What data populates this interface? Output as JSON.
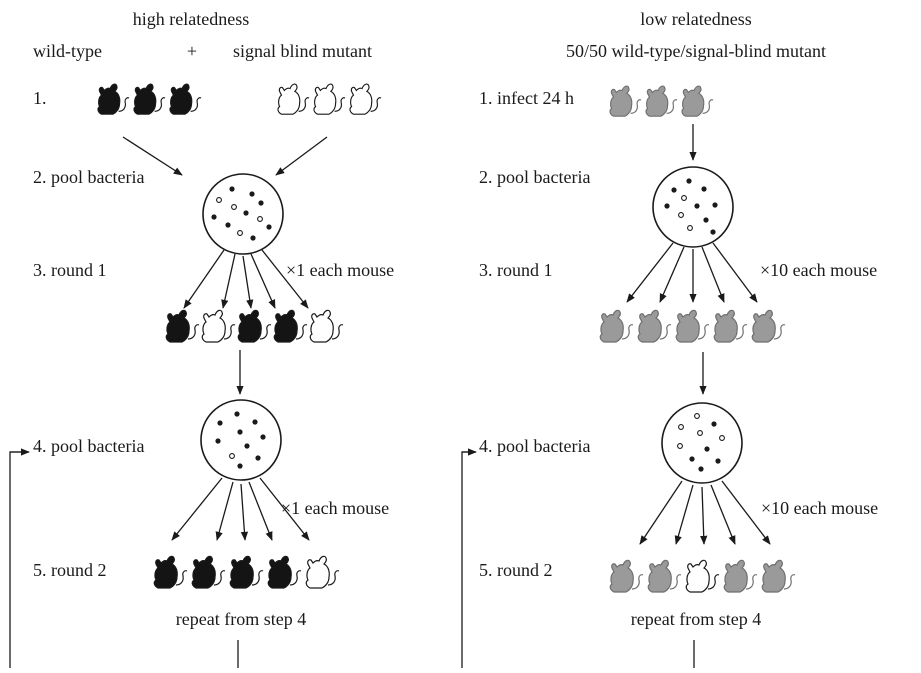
{
  "left": {
    "heading": "high relatedness",
    "subheading_a": "wild-type",
    "subheading_plus": "+",
    "subheading_b": "signal blind mutant",
    "step1": "1.",
    "step2": "2. pool bacteria",
    "step3": "3. round 1",
    "step3_note": "×1 each mouse",
    "step4": "4. pool bacteria",
    "step4_note": "×1 each mouse",
    "step5": "5. round 2",
    "repeat": "repeat from step 4",
    "start_mice": [
      "wild-type",
      "wild-type",
      "wild-type",
      "mutant",
      "mutant",
      "mutant"
    ],
    "round1_mice": [
      "wild-type",
      "mutant",
      "wild-type",
      "wild-type",
      "mutant"
    ],
    "round2_mice": [
      "wild-type",
      "wild-type",
      "wild-type",
      "wild-type",
      "mutant"
    ]
  },
  "right": {
    "heading": "low relatedness",
    "subheading": "50/50 wild-type/signal-blind mutant",
    "step1": "1. infect 24 h",
    "step2": "2. pool bacteria",
    "step3": "3. round 1",
    "step3_note": "×10 each mouse",
    "step4": "4. pool bacteria",
    "step4_note": "×10 each mouse",
    "step5": "5. round 2",
    "repeat": "repeat from step 4",
    "start_mice": [
      "mixed",
      "mixed",
      "mixed"
    ],
    "round1_mice": [
      "mixed",
      "mixed",
      "mixed",
      "mixed",
      "mixed"
    ],
    "round2_mice": [
      "mixed",
      "mixed",
      "mutant",
      "mixed",
      "mixed"
    ]
  },
  "colors": {
    "wild-type": "#141414",
    "mutant": "#ffffff",
    "mixed": "#9a9a9a",
    "stroke": "#1a1a1a"
  }
}
